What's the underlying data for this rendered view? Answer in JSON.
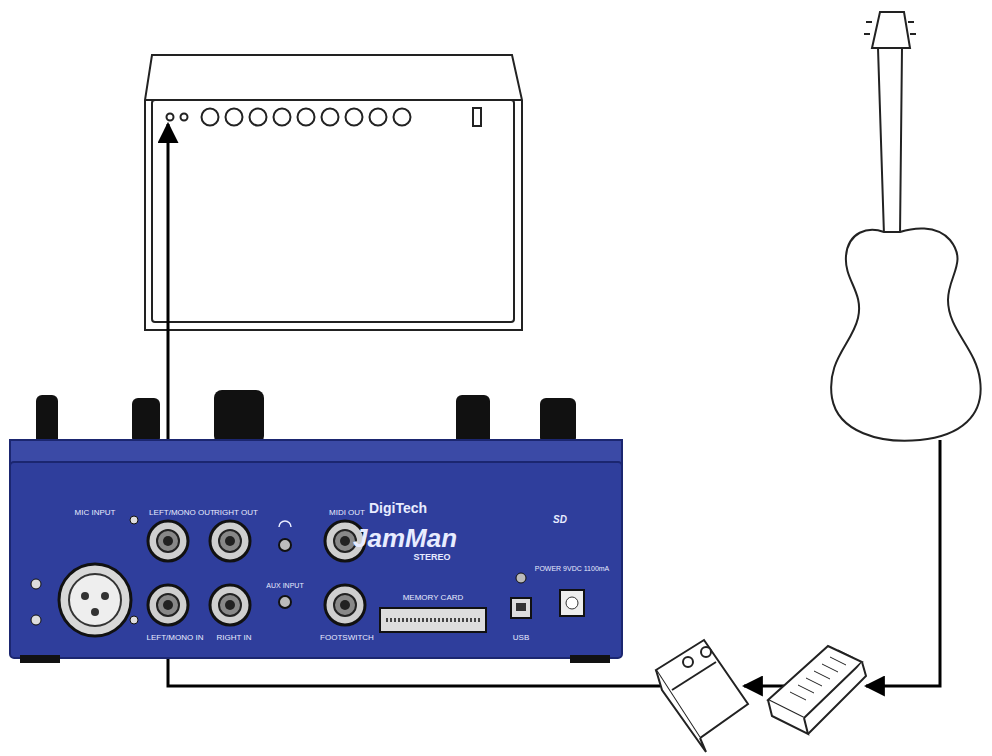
{
  "diagram": {
    "labels": [
      "MIC INPUT",
      "LEFT/MONO OUT",
      "RIGHT OUT",
      "MIDI OUT",
      "DigiTech",
      "JamMan",
      "STEREO",
      "SD",
      "POWER 9VDC 1100mA",
      "AUX INPUT",
      "LEFT/MONO IN",
      "RIGHT IN",
      "FOOTSWITCH",
      "MEMORY CARD",
      "USB"
    ]
  }
}
